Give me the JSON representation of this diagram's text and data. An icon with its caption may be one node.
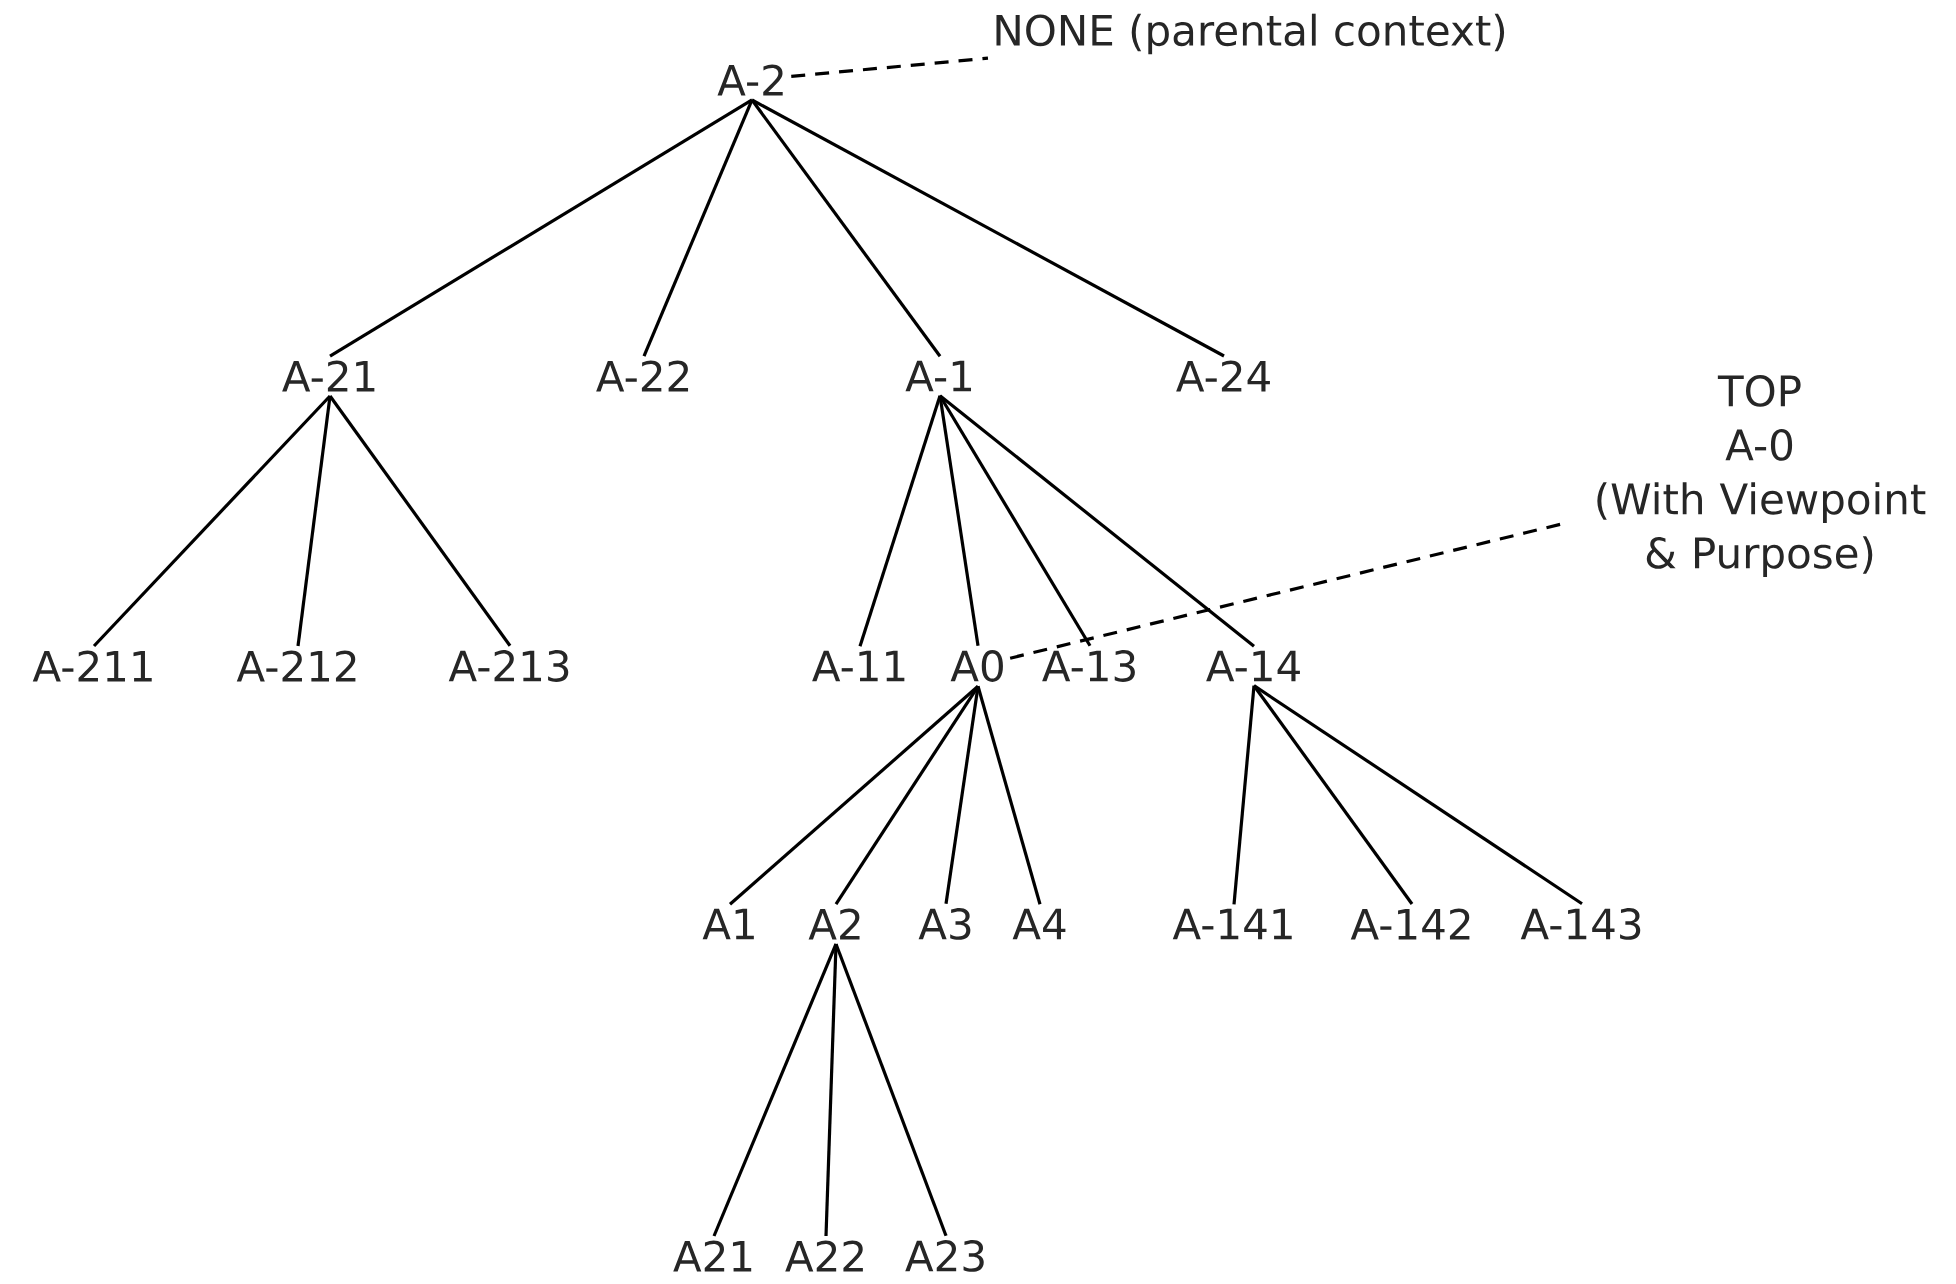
{
  "diagram": {
    "nodes": [
      {
        "text": [
          "A-2"
        ]
      },
      {
        "text": [
          "NONE (parental context)"
        ]
      },
      {
        "text": [
          "A-21"
        ]
      },
      {
        "text": [
          "A-22"
        ]
      },
      {
        "text": [
          "A-1"
        ]
      },
      {
        "text": [
          "A-24"
        ]
      },
      {
        "text": [
          "TOP",
          "A-0",
          "(With Viewpoint & Purpose)"
        ]
      },
      {
        "text": [
          "A-211"
        ]
      },
      {
        "text": [
          "A-212"
        ]
      },
      {
        "text": [
          "A-213"
        ]
      },
      {
        "text": [
          "A-11"
        ]
      },
      {
        "text": [
          "A0"
        ]
      },
      {
        "text": [
          "A-13"
        ]
      },
      {
        "text": [
          "A-14"
        ]
      },
      {
        "text": [
          "A1"
        ]
      },
      {
        "text": [
          "A2"
        ]
      },
      {
        "text": [
          "A3"
        ]
      },
      {
        "text": [
          "A4"
        ]
      },
      {
        "text": [
          "A-141"
        ]
      },
      {
        "text": [
          "A-142"
        ]
      },
      {
        "text": [
          "A-143"
        ]
      },
      {
        "text": [
          "A21"
        ]
      },
      {
        "text": [
          "A22"
        ]
      },
      {
        "text": [
          "A23"
        ]
      }
    ],
    "edges": [
      {
        "from": 0,
        "to": 1,
        "arrow": "none",
        "style": "dashed"
      },
      {
        "from": 0,
        "to": 2,
        "arrow": "none"
      },
      {
        "from": 0,
        "to": 3,
        "arrow": "none"
      },
      {
        "from": 0,
        "to": 4,
        "arrow": "none"
      },
      {
        "from": 0,
        "to": 5,
        "arrow": "none"
      },
      {
        "from": 2,
        "to": 7,
        "arrow": "none"
      },
      {
        "from": 2,
        "to": 8,
        "arrow": "none"
      },
      {
        "from": 2,
        "to": 9,
        "arrow": "none"
      },
      {
        "from": 4,
        "to": 10,
        "arrow": "none"
      },
      {
        "from": 4,
        "to": 11,
        "arrow": "none"
      },
      {
        "from": 4,
        "to": 12,
        "arrow": "none"
      },
      {
        "from": 4,
        "to": 13,
        "arrow": "none"
      },
      {
        "from": 11,
        "to": 6,
        "arrow": "none",
        "style": "dashed"
      },
      {
        "from": 11,
        "to": 14,
        "arrow": "none"
      },
      {
        "from": 11,
        "to": 15,
        "arrow": "none"
      },
      {
        "from": 11,
        "to": 16,
        "arrow": "none"
      },
      {
        "from": 11,
        "to": 17,
        "arrow": "none"
      },
      {
        "from": 13,
        "to": 18,
        "arrow": "none"
      },
      {
        "from": 13,
        "to": 19,
        "arrow": "none"
      },
      {
        "from": 13,
        "to": 20,
        "arrow": "none"
      },
      {
        "from": 15,
        "to": 21,
        "arrow": "none"
      },
      {
        "from": 15,
        "to": 22,
        "arrow": "none"
      },
      {
        "from": 15,
        "to": 23,
        "arrow": "none"
      }
    ]
  }
}
